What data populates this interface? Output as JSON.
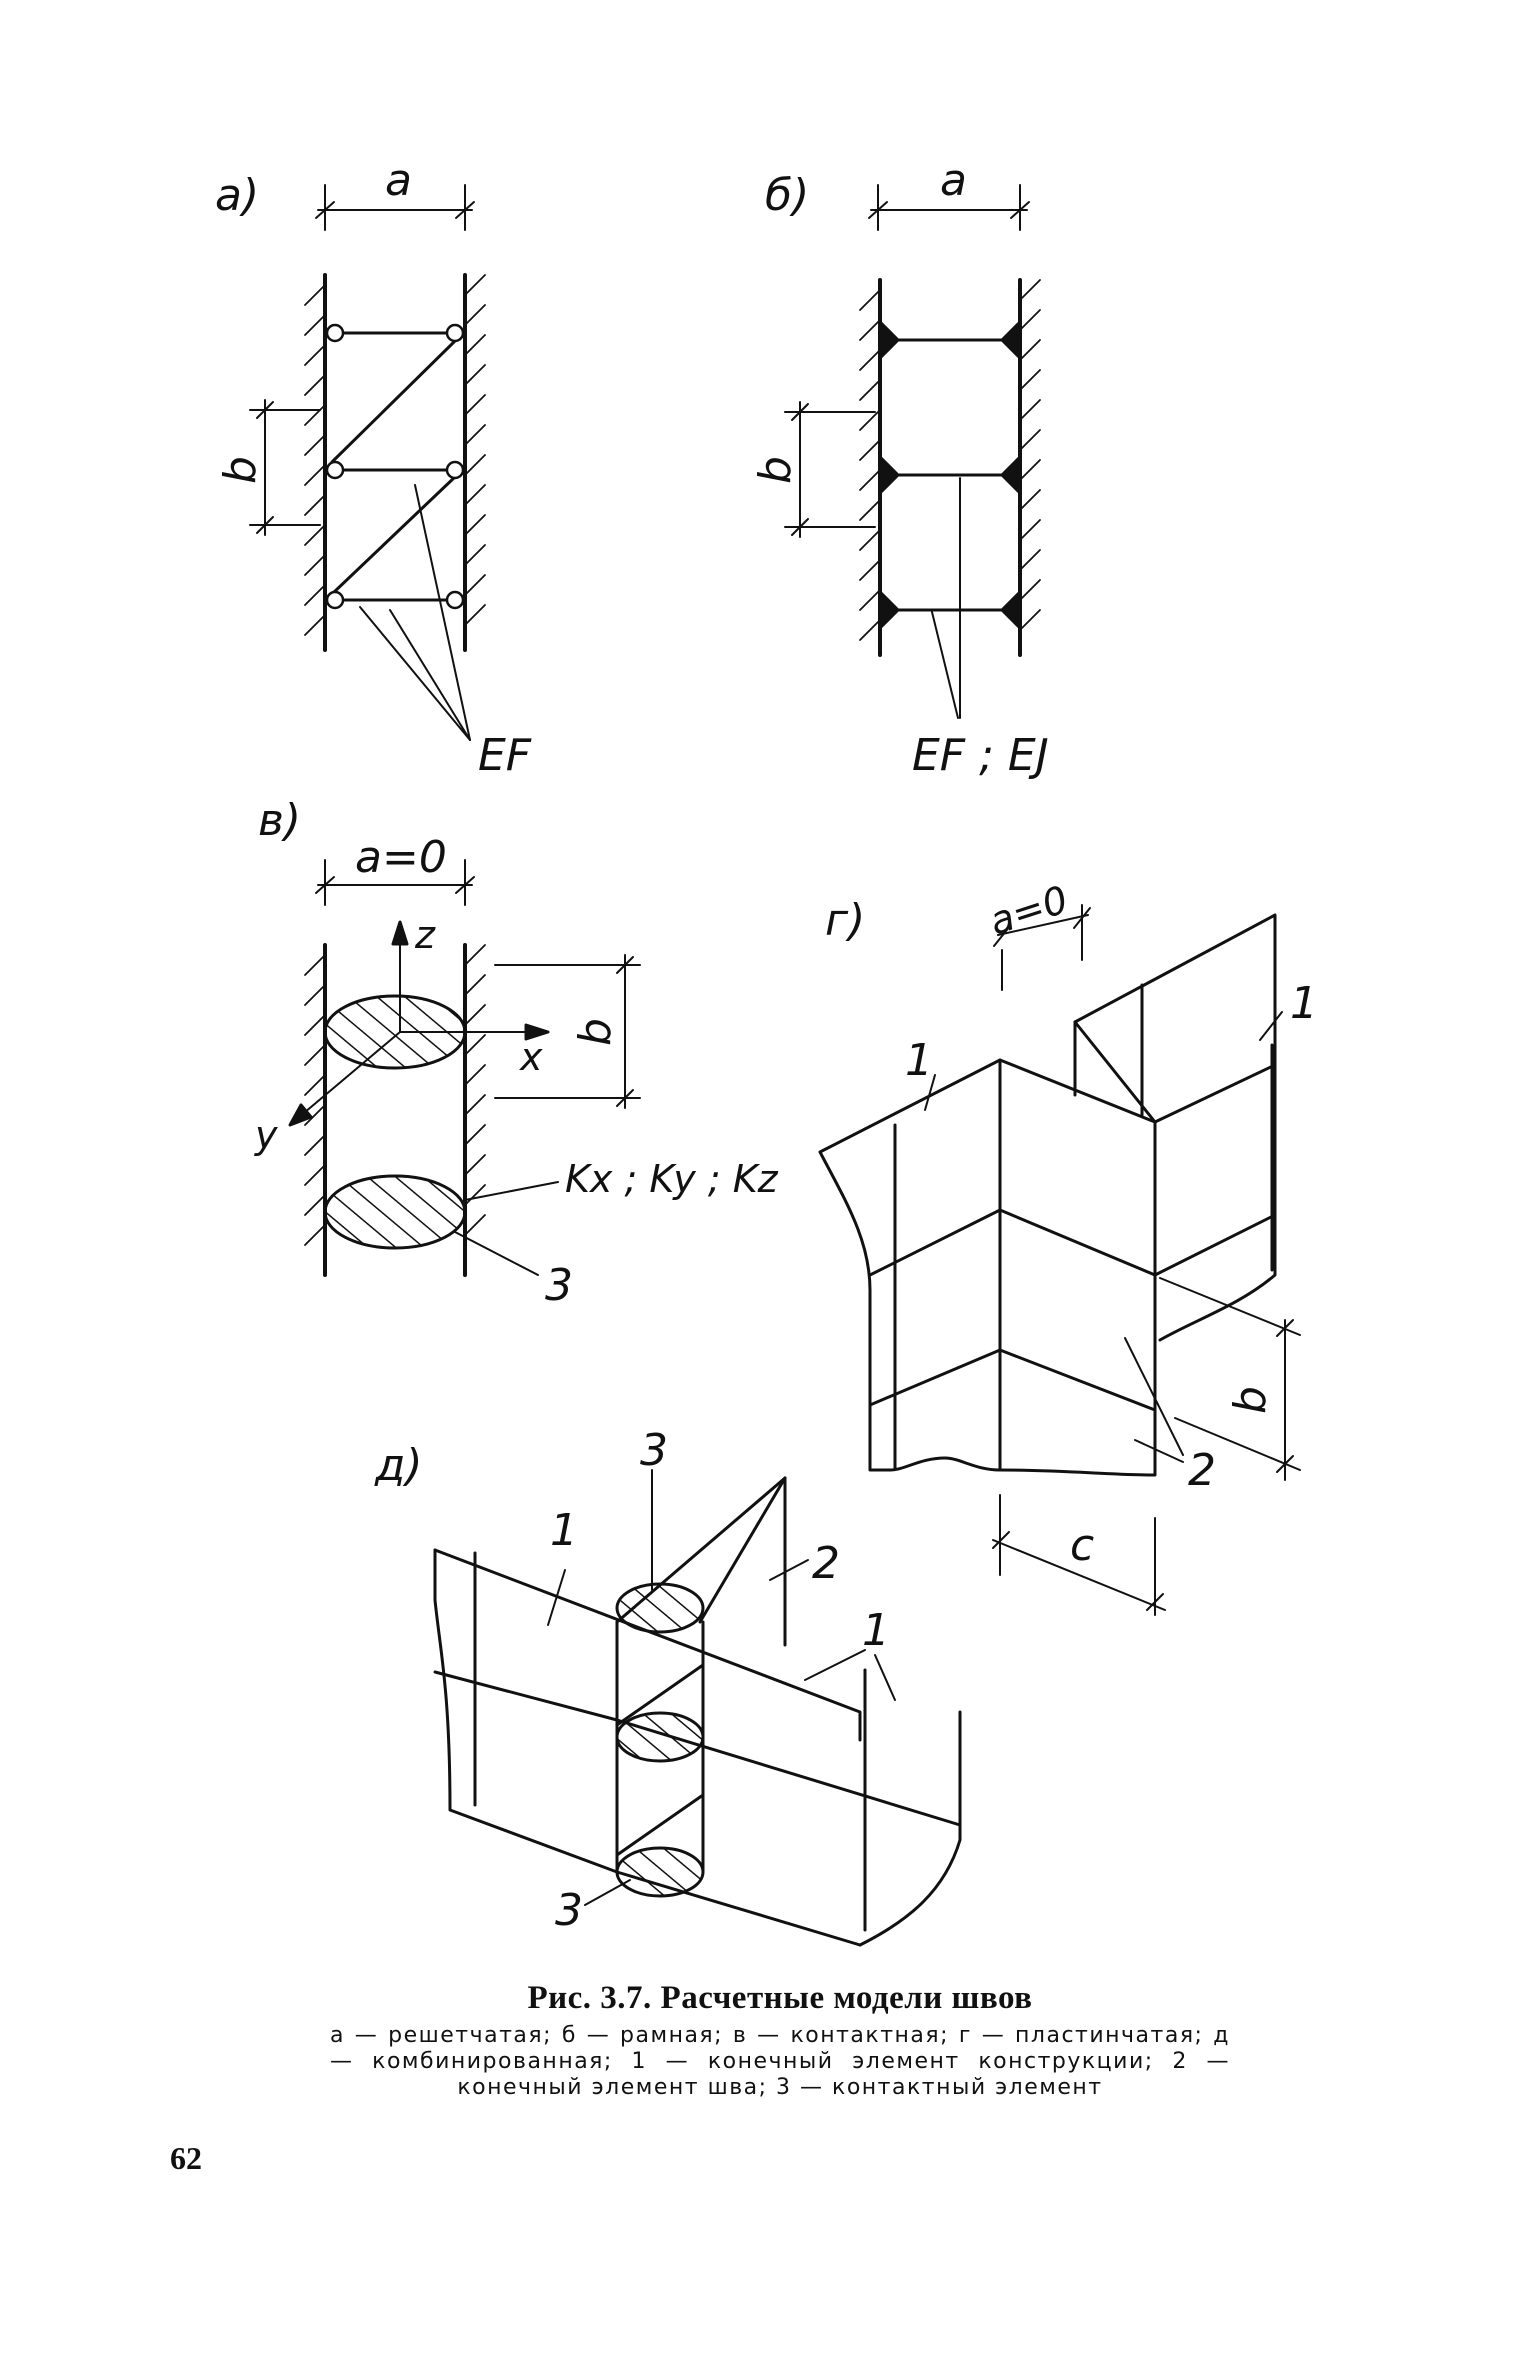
{
  "figure": {
    "a": {
      "panel_label": "а)",
      "dim_width": "a",
      "dim_height": "b",
      "element_label": "EF"
    },
    "b": {
      "panel_label": "б)",
      "dim_width": "a",
      "dim_height": "b",
      "element_label": "EF ; EJ"
    },
    "v": {
      "panel_label": "в)",
      "dim_width": "a=0",
      "axis_z": "z",
      "axis_x": "x",
      "axis_y": "y",
      "dim_height": "b",
      "stiffness_label": "Kx ; Ky ; Kz",
      "contact_callout": "3"
    },
    "g": {
      "panel_label": "г)",
      "dim_width": "a=0",
      "callout_1_left": "1",
      "callout_1_right": "1",
      "dim_height": "b",
      "callout_2": "2",
      "dim_depth": "c"
    },
    "d": {
      "panel_label": "д)",
      "callout_3_top": "3",
      "callout_1_left": "1",
      "callout_2": "2",
      "callout_1_right": "1",
      "callout_3_bottom": "3"
    }
  },
  "caption": {
    "title": "Рис. 3.7. Расчетные модели швов",
    "legend": "а — решетчатая; б — рамная; в — контактная; г — пластинчатая; д — комбинированная; 1 — конечный элемент конструкции; 2 — конечный элемент шва; 3 — контактный элемент"
  },
  "page_number": "62"
}
